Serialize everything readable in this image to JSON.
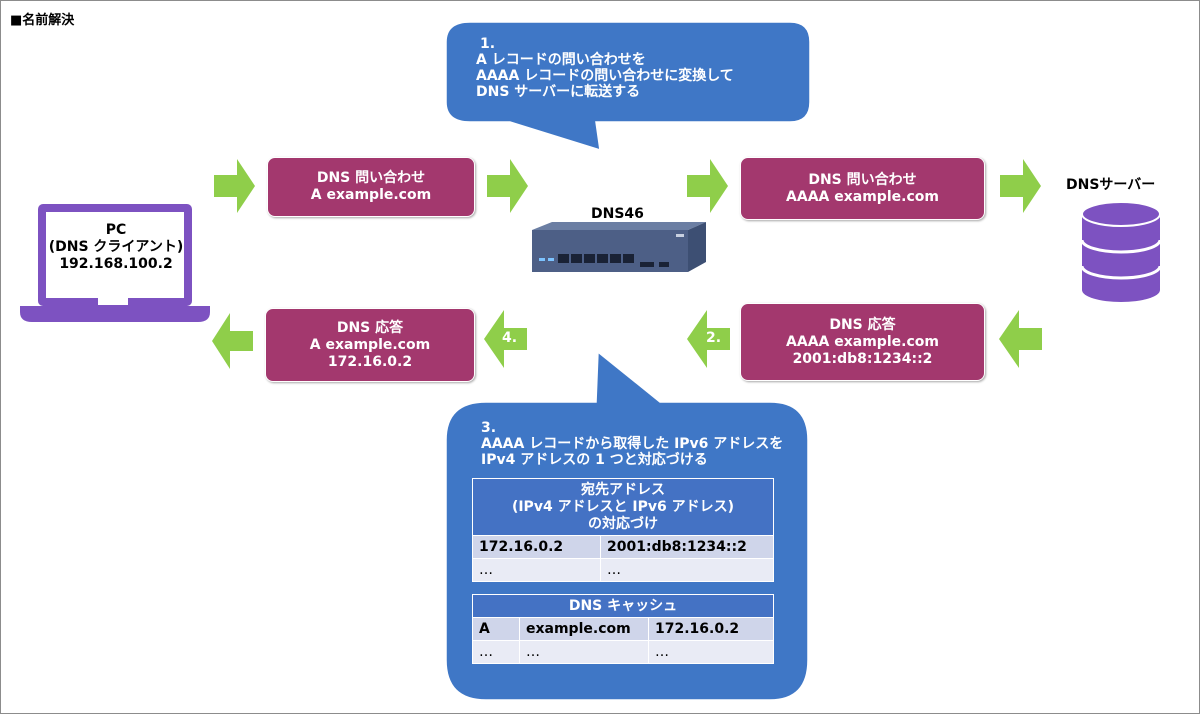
{
  "title": "■名前解決",
  "pc": {
    "line1": "PC",
    "line2": "(DNS クライアント)",
    "line3": "192.168.100.2"
  },
  "router_label": "DNS46",
  "server_label": "DNSサーバー",
  "box_query_a": {
    "line1": "DNS 問い合わせ",
    "line2": "A example.com"
  },
  "box_query_aaaa": {
    "line1": "DNS 問い合わせ",
    "line2": "AAAA example.com"
  },
  "box_resp_aaaa": {
    "line1": "DNS 応答",
    "line2": "AAAA example.com",
    "line3": "2001:db8:1234::2"
  },
  "box_resp_a": {
    "line1": "DNS 応答",
    "line2": "A example.com",
    "line3": "172.16.0.2"
  },
  "step2": "2.",
  "step4": "4.",
  "bubble1": {
    "num": "1.",
    "line1": "A レコードの問い合わせを",
    "line2": "AAAA レコードの問い合わせに変換して",
    "line3": "DNS サーバーに転送する"
  },
  "bubble3": {
    "num": "3.",
    "line1": "AAAA レコードから取得した IPv6 アドレスを",
    "line2": "IPv4 アドレスの 1 つと対応づける"
  },
  "table1": {
    "header": [
      "宛先アドレス",
      "(IPv4 アドレスと IPv6 アドレス)",
      "の対応づけ"
    ],
    "rows": [
      [
        "172.16.0.2",
        "2001:db8:1234::2"
      ],
      [
        "…",
        "…"
      ]
    ]
  },
  "table2": {
    "header": "DNS キャッシュ",
    "rows": [
      [
        "A",
        "example.com",
        "172.16.0.2"
      ],
      [
        "…",
        "…",
        "…"
      ]
    ]
  },
  "colors": {
    "box": "#a3386e",
    "bubble": "#3f77c6",
    "arrow": "#8fce4a",
    "laptop": "#7d52c1"
  }
}
